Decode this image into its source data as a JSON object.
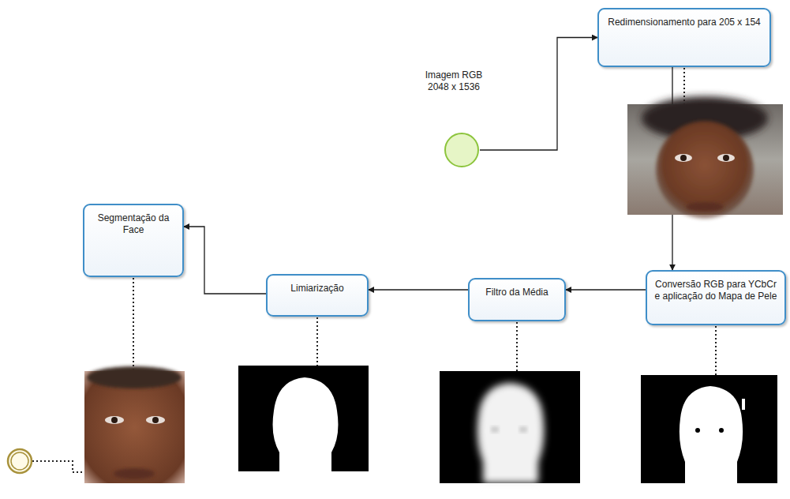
{
  "diagram": {
    "nodes": [
      {
        "text": [
          "Imagem RGB 2048 x 1536"
        ]
      },
      {
        "text": [
          "Redimensionamento para 205 x 154"
        ]
      },
      {
        "text": [
          "Conversão RGB para YCbCr e aplicação do Mapa de Pele"
        ]
      },
      {
        "text": [
          "Filtro da Média"
        ]
      },
      {
        "text": [
          "Limiarização"
        ]
      },
      {
        "text": [
          "Segmentação da Face"
        ]
      }
    ],
    "edges": [
      {
        "from": 0,
        "to": 1,
        "arrow": "to"
      },
      {
        "from": 1,
        "to": 2,
        "arrow": "to"
      },
      {
        "from": 2,
        "to": 3,
        "arrow": "to"
      },
      {
        "from": 3,
        "to": 4,
        "arrow": "to"
      },
      {
        "from": 4,
        "to": 5,
        "arrow": "to"
      }
    ]
  }
}
